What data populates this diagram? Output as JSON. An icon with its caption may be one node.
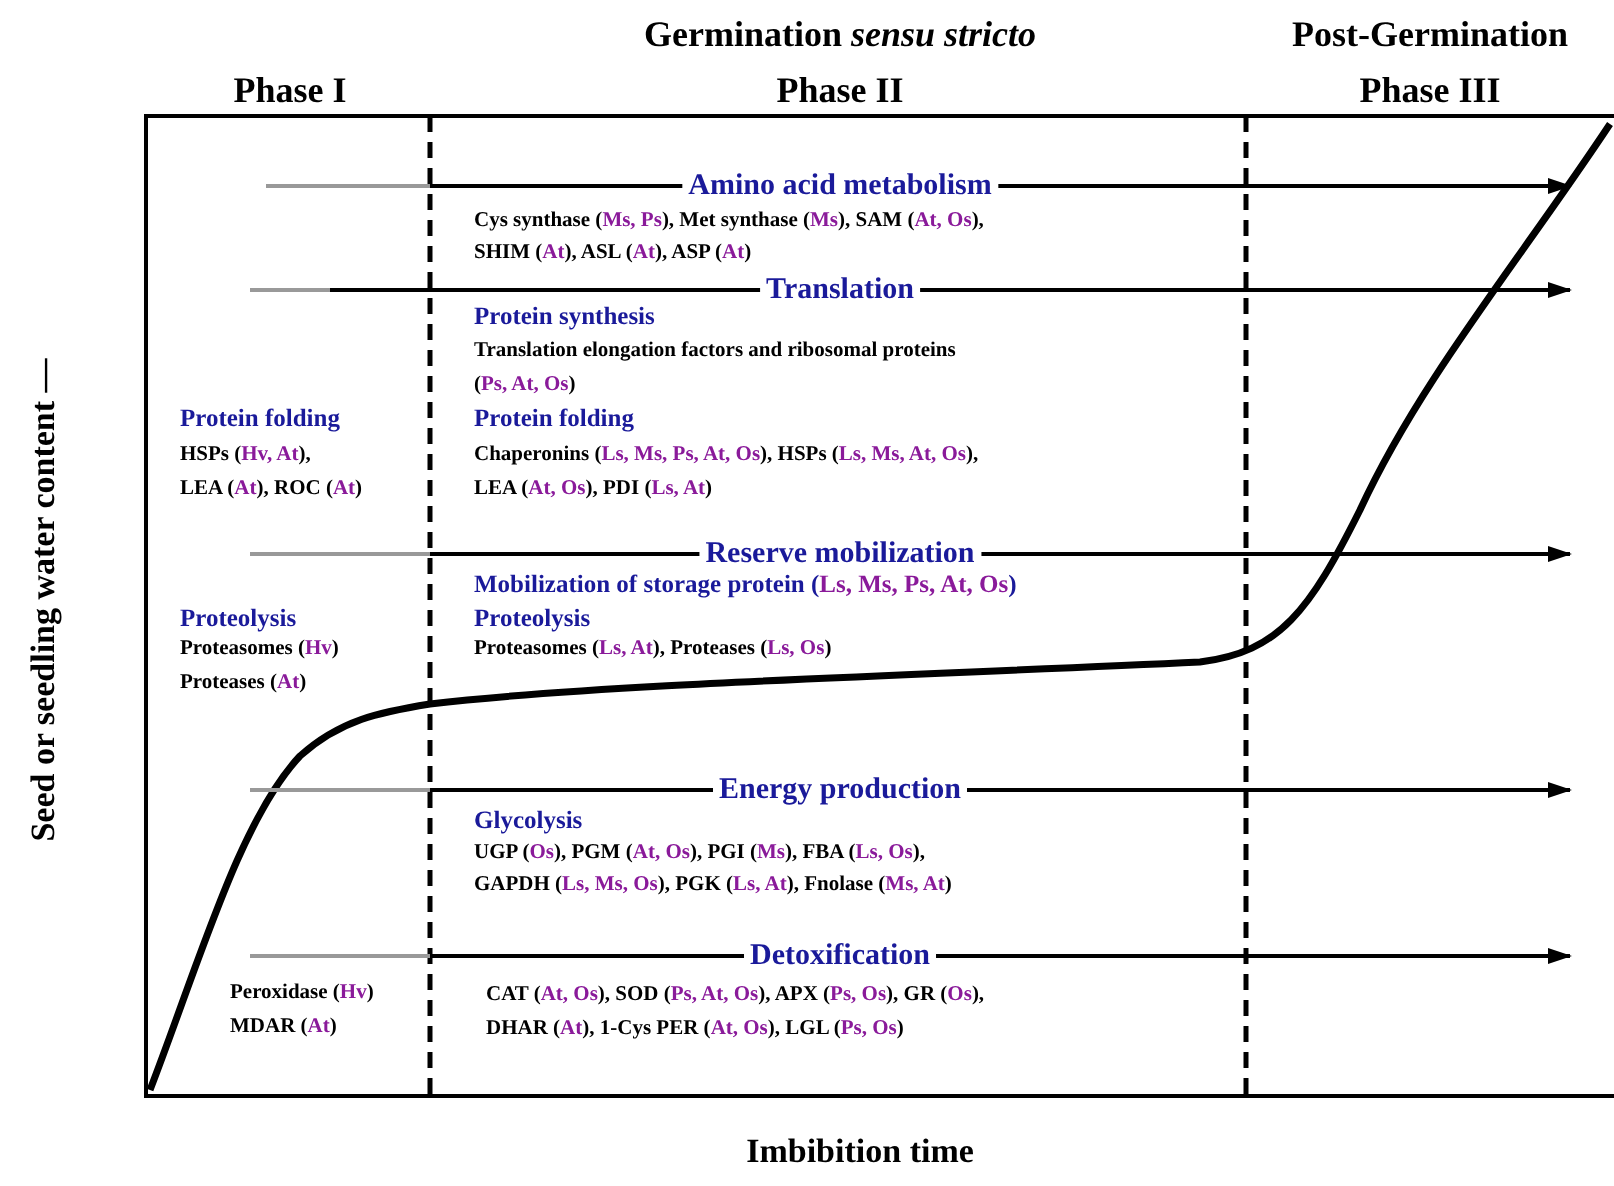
{
  "diagram": {
    "labels": [
      "Germination *sensu stricto*",
      "Post-Germination",
      "Phase I",
      "Phase II",
      "Phase III",
      "Amino acid metabolism",
      "Cys synthase (Ms, Ps), Met synthase (Ms), SAM (At, Os), SHIM (At), ASL (At), ASP (At)",
      "Translation",
      "Protein synthesis",
      "Translation elongation factors and ribosomal proteins (Ps, At, Os)",
      "Protein folding",
      "Protein folding",
      "HSPs (Hv, At), LEA (At), ROC (At)",
      "Chaperonins (Ls, Ms, Ps, At, Os), HSPs (Ls, Ms, At, Os), LEA (At, Os), PDI (Ls, At)",
      "Reserve mobilization",
      "Mobilization of storage protein (Ls, Ms, Ps, At, Os)",
      "Proteolysis",
      "Proteolysis",
      "Proteasomes (Hv)",
      "Proteasomes (Ls, At), Proteases (Ls, Os)",
      "Proteases (At)",
      "Energy production",
      "Glycolysis",
      "UGP (Os), PGM (At, Os), PGI (Ms), FBA (Ls, Os), GAPDH (Ls, Ms, Os), PGK (Ls, At), Fnolase (Ms, At)",
      "Detoxification",
      "Peroxidase (Hv)",
      "CAT (At, Os), SOD (Ps, At, Os), APX (Ps, Os), GR (Os), DHAR (At), 1-Cys PER (At, Os), LGL (Ps, Os)",
      "MDAR (At)",
      "Seed or seedling water content —",
      "Imbibition time"
    ]
  }
}
